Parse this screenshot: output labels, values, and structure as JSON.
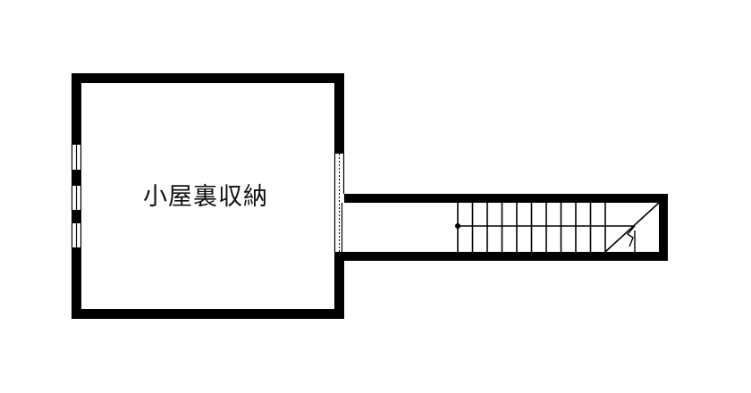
{
  "drawing": {
    "type": "floor-plan",
    "level": "attic",
    "rooms": [
      {
        "label": "小屋裏収納"
      }
    ],
    "colors": {
      "wall": "#000000",
      "background": "#ffffff",
      "line": "#000000"
    }
  }
}
